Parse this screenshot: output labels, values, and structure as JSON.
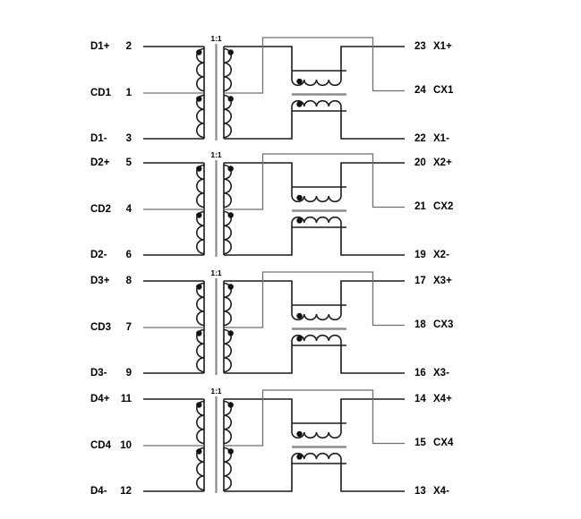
{
  "diagram": {
    "type": "quad-transformer-schematic",
    "turns_ratio_label": "1:1",
    "colors": {
      "background": "#ffffff",
      "wire": "#1c1c1c",
      "center_tap_wire": "#6f6f6f",
      "core": "#8c8c8c",
      "dot": "#111111",
      "text": "#000000"
    },
    "channels": [
      {
        "id": 1,
        "left_pins": [
          {
            "name": "D1+",
            "pin": "2"
          },
          {
            "name": "CD1",
            "pin": "1"
          },
          {
            "name": "D1-",
            "pin": "3"
          }
        ],
        "right_pins": [
          {
            "pin": "23",
            "name": "X1+"
          },
          {
            "pin": "24",
            "name": "CX1"
          },
          {
            "pin": "22",
            "name": "X1-"
          }
        ]
      },
      {
        "id": 2,
        "left_pins": [
          {
            "name": "D2+",
            "pin": "5"
          },
          {
            "name": "CD2",
            "pin": "4"
          },
          {
            "name": "D2-",
            "pin": "6"
          }
        ],
        "right_pins": [
          {
            "pin": "20",
            "name": "X2+"
          },
          {
            "pin": "21",
            "name": "CX2"
          },
          {
            "pin": "19",
            "name": "X2-"
          }
        ]
      },
      {
        "id": 3,
        "left_pins": [
          {
            "name": "D3+",
            "pin": "8"
          },
          {
            "name": "CD3",
            "pin": "7"
          },
          {
            "name": "D3-",
            "pin": "9"
          }
        ],
        "right_pins": [
          {
            "pin": "17",
            "name": "X3+"
          },
          {
            "pin": "18",
            "name": "CX3"
          },
          {
            "pin": "16",
            "name": "X3-"
          }
        ]
      },
      {
        "id": 4,
        "left_pins": [
          {
            "name": "D4+",
            "pin": "11"
          },
          {
            "name": "CD4",
            "pin": "10"
          },
          {
            "name": "D4-",
            "pin": "12"
          }
        ],
        "right_pins": [
          {
            "pin": "14",
            "name": "X4+"
          },
          {
            "pin": "15",
            "name": "CX4"
          },
          {
            "pin": "13",
            "name": "X4-"
          }
        ]
      }
    ]
  }
}
